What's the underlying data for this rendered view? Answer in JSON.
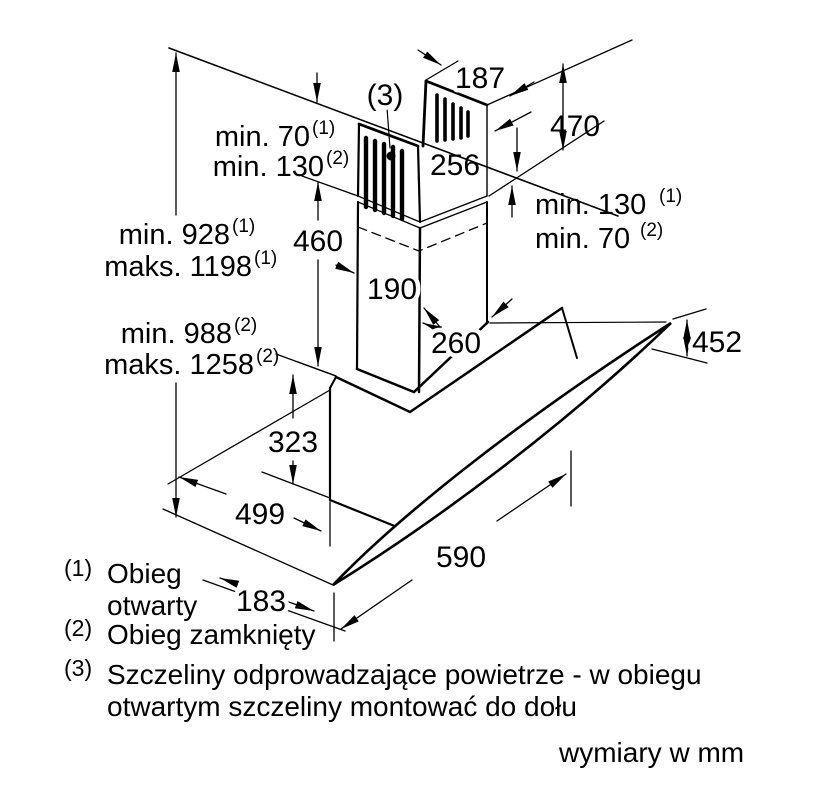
{
  "title": "cooker-hood installation dimension drawing",
  "units_note": "wymiary w mm",
  "dims": {
    "d187": "187",
    "d470": "470",
    "d256": "256",
    "d460": "460",
    "d190": "190",
    "d260": "260",
    "d323": "323",
    "d499": "499",
    "d183": "183",
    "d590": "590",
    "d452": "452",
    "vent_mark": "(3)",
    "top_left_l1": "min. 70",
    "top_left_l1_sup": "(1)",
    "top_left_l2": "min. 130",
    "top_left_l2_sup": "(2)",
    "left_a_l1": "min. 928",
    "left_a_l1_sup": "(1)",
    "left_a_l2": "maks. 1198",
    "left_a_l2_sup": "(1)",
    "left_b_l1": "min. 988",
    "left_b_l1_sup": "(2)",
    "left_b_l2": "maks. 1258",
    "left_b_l2_sup": "(2)",
    "right_l1": "min. 130",
    "right_l1_sup": "(1)",
    "right_l2": "min. 70",
    "right_l2_sup": "(2)"
  },
  "footnotes": {
    "f1_mark": "(1)",
    "f1_line1": "Obieg",
    "f1_line2": "otwarty",
    "f2_mark": "(2)",
    "f2_text": "Obieg zamknięty",
    "f3_mark": "(3)",
    "f3_line1": "Szczeliny odprowadzające powietrze - w obiegu",
    "f3_line2": "otwartym szczeliny montować do dołu"
  },
  "colors": {
    "line": "#000000",
    "background": "#ffffff"
  }
}
